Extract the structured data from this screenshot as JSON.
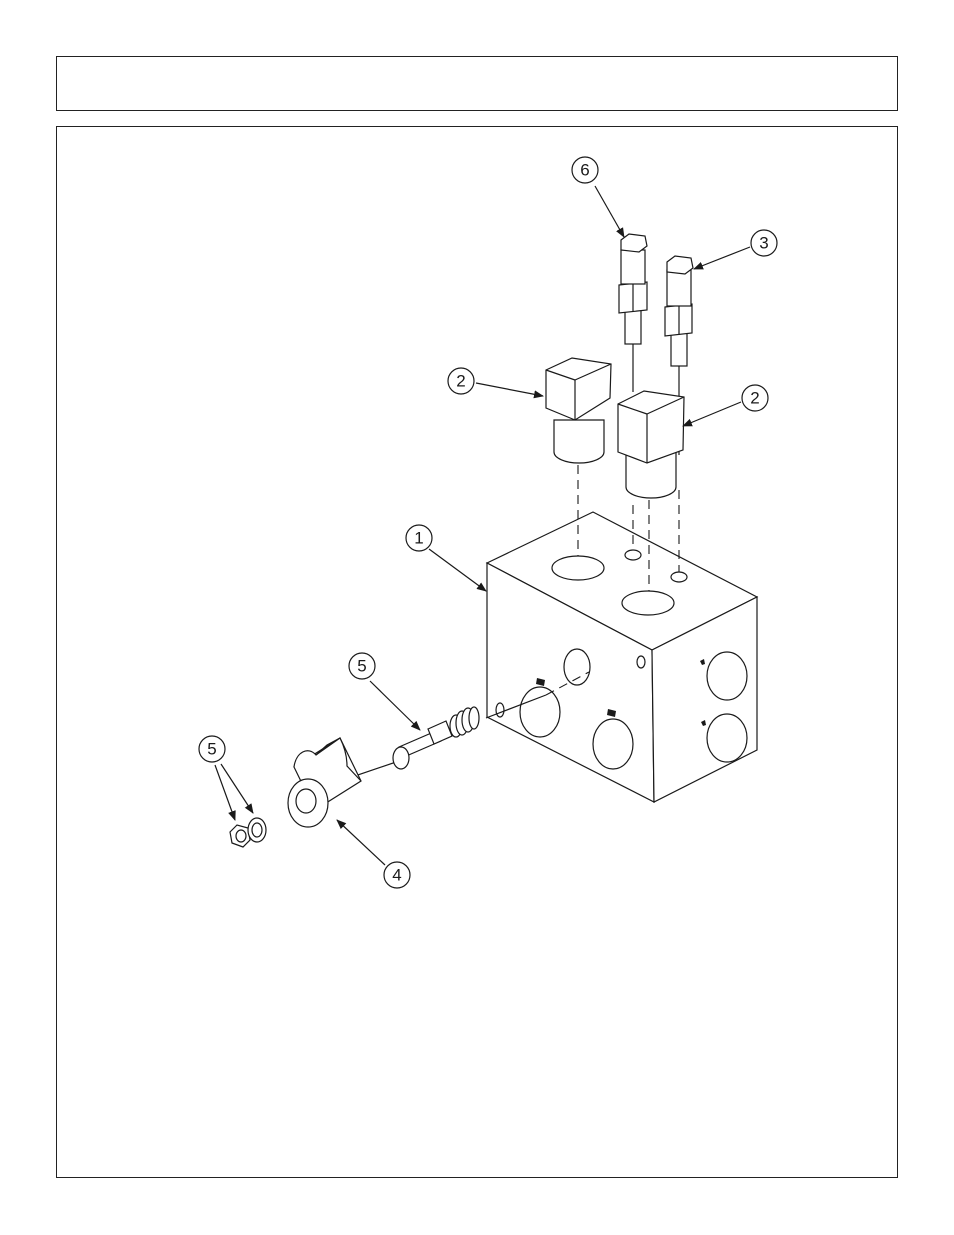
{
  "callouts": {
    "c6": "6",
    "c3": "3",
    "c2a": "2",
    "c2b": "2",
    "c1": "1",
    "c5a": "5",
    "c5b": "5",
    "c4": "4"
  }
}
